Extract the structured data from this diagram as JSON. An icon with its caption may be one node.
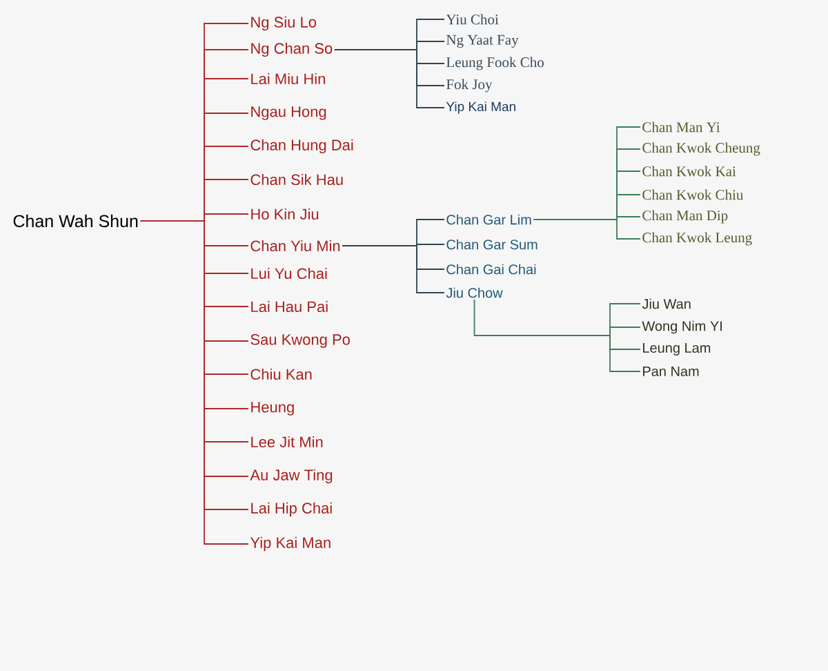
{
  "diagram": {
    "nodes": [
      {
        "text": [
          "Chan Wah Shun"
        ]
      },
      {
        "text": [
          "Ng Siu Lo"
        ]
      },
      {
        "text": [
          "Ng Chan So"
        ]
      },
      {
        "text": [
          "Lai Miu Hin"
        ]
      },
      {
        "text": [
          "Ngau Hong"
        ]
      },
      {
        "text": [
          "Chan Hung Dai"
        ]
      },
      {
        "text": [
          "Chan Sik Hau"
        ]
      },
      {
        "text": [
          "Ho Kin Jiu"
        ]
      },
      {
        "text": [
          "Chan Yiu Min"
        ]
      },
      {
        "text": [
          "Lui Yu Chai"
        ]
      },
      {
        "text": [
          "Lai Hau Pai"
        ]
      },
      {
        "text": [
          "Sau Kwong Po"
        ]
      },
      {
        "text": [
          "Chiu Kan"
        ]
      },
      {
        "text": [
          "Heung"
        ]
      },
      {
        "text": [
          "Lee Jit Min"
        ]
      },
      {
        "text": [
          "Au Jaw Ting"
        ]
      },
      {
        "text": [
          "Lai Hip Chai"
        ]
      },
      {
        "text": [
          "Yip Kai Man"
        ]
      },
      {
        "text": [
          "Yiu Choi"
        ]
      },
      {
        "text": [
          "Ng Yaat Fay"
        ]
      },
      {
        "text": [
          "Leung Fook Cho"
        ]
      },
      {
        "text": [
          "Fok Joy"
        ]
      },
      {
        "text": [
          "Yip Kai Man"
        ]
      },
      {
        "text": [
          "Chan Gar Lim"
        ]
      },
      {
        "text": [
          "Chan Gar Sum"
        ]
      },
      {
        "text": [
          "Chan Gai Chai"
        ]
      },
      {
        "text": [
          "Jiu Chow"
        ]
      },
      {
        "text": [
          "Chan Man Yi"
        ]
      },
      {
        "text": [
          "Chan Kwok Cheung"
        ]
      },
      {
        "text": [
          "Chan Kwok Kai"
        ]
      },
      {
        "text": [
          "Chan Kwok Chiu"
        ]
      },
      {
        "text": [
          "Chan Man Dip"
        ]
      },
      {
        "text": [
          "Chan Kwok Leung"
        ]
      },
      {
        "text": [
          "Jiu Wan"
        ]
      },
      {
        "text": [
          "Wong Nim YI"
        ]
      },
      {
        "text": [
          "Leung Lam"
        ]
      },
      {
        "text": [
          "Pan Nam"
        ]
      }
    ],
    "edges": [
      {
        "from": 0,
        "to": 1,
        "arrow": "none",
        "color": "#b0282a"
      },
      {
        "from": 0,
        "to": 2,
        "arrow": "none",
        "color": "#b0282a"
      },
      {
        "from": 0,
        "to": 3,
        "arrow": "none",
        "color": "#b0282a"
      },
      {
        "from": 0,
        "to": 4,
        "arrow": "none",
        "color": "#b0282a"
      },
      {
        "from": 0,
        "to": 5,
        "arrow": "none",
        "color": "#b0282a"
      },
      {
        "from": 0,
        "to": 6,
        "arrow": "none",
        "color": "#b0282a"
      },
      {
        "from": 0,
        "to": 7,
        "arrow": "none",
        "color": "#b0282a"
      },
      {
        "from": 0,
        "to": 8,
        "arrow": "none",
        "color": "#b0282a"
      },
      {
        "from": 0,
        "to": 9,
        "arrow": "none",
        "color": "#b0282a"
      },
      {
        "from": 0,
        "to": 10,
        "arrow": "none",
        "color": "#b0282a"
      },
      {
        "from": 0,
        "to": 11,
        "arrow": "none",
        "color": "#b0282a"
      },
      {
        "from": 0,
        "to": 12,
        "arrow": "none",
        "color": "#b0282a"
      },
      {
        "from": 0,
        "to": 13,
        "arrow": "none",
        "color": "#b0282a"
      },
      {
        "from": 0,
        "to": 14,
        "arrow": "none",
        "color": "#b0282a"
      },
      {
        "from": 0,
        "to": 15,
        "arrow": "none",
        "color": "#b0282a"
      },
      {
        "from": 0,
        "to": 16,
        "arrow": "none",
        "color": "#b0282a"
      },
      {
        "from": 0,
        "to": 17,
        "arrow": "none",
        "color": "#b0282a"
      },
      {
        "from": 2,
        "to": 18,
        "arrow": "none",
        "color": "#2f4550"
      },
      {
        "from": 2,
        "to": 19,
        "arrow": "none",
        "color": "#2f4550"
      },
      {
        "from": 2,
        "to": 20,
        "arrow": "none",
        "color": "#2f4550"
      },
      {
        "from": 2,
        "to": 21,
        "arrow": "none",
        "color": "#2f4550"
      },
      {
        "from": 2,
        "to": 22,
        "arrow": "none",
        "color": "#2f4550"
      },
      {
        "from": 8,
        "to": 23,
        "arrow": "none",
        "color": "#2f4550"
      },
      {
        "from": 8,
        "to": 24,
        "arrow": "none",
        "color": "#2f4550"
      },
      {
        "from": 8,
        "to": 25,
        "arrow": "none",
        "color": "#2f4550"
      },
      {
        "from": 8,
        "to": 26,
        "arrow": "none",
        "color": "#2f4550"
      },
      {
        "from": 23,
        "to": 27,
        "arrow": "none",
        "color": "#3d7d5a"
      },
      {
        "from": 23,
        "to": 28,
        "arrow": "none",
        "color": "#3d7d5a"
      },
      {
        "from": 23,
        "to": 29,
        "arrow": "none",
        "color": "#3d7d5a"
      },
      {
        "from": 23,
        "to": 30,
        "arrow": "none",
        "color": "#3d7d5a"
      },
      {
        "from": 23,
        "to": 31,
        "arrow": "none",
        "color": "#3d7d5a"
      },
      {
        "from": 23,
        "to": 32,
        "arrow": "none",
        "color": "#3d7d5a"
      },
      {
        "from": 26,
        "to": 33,
        "arrow": "none",
        "color": "#3d7d5a"
      },
      {
        "from": 26,
        "to": 34,
        "arrow": "none",
        "color": "#3d7d5a"
      },
      {
        "from": 26,
        "to": 35,
        "arrow": "none",
        "color": "#3d7d5a"
      },
      {
        "from": 26,
        "to": 36,
        "arrow": "none",
        "color": "#3d7d5a"
      }
    ]
  }
}
